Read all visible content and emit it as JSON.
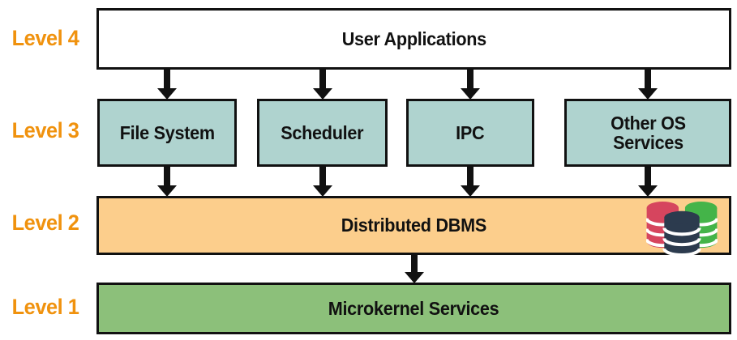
{
  "diagram": {
    "levels": [
      {
        "label": "Level 4"
      },
      {
        "label": "Level 3"
      },
      {
        "label": "Level 2"
      },
      {
        "label": "Level 1"
      }
    ],
    "level4": {
      "box_label": "User Applications"
    },
    "level3": {
      "boxes": [
        {
          "label": "File System"
        },
        {
          "label": "Scheduler"
        },
        {
          "label": "IPC"
        },
        {
          "label": "Other OS Services"
        }
      ]
    },
    "level2": {
      "box_label": "Distributed DBMS",
      "icon": "databases-icon"
    },
    "level1": {
      "box_label": "Microkernel Services"
    }
  },
  "colors": {
    "level_label_orange": "#F0920E",
    "level4_box_bg": "#FFFFFF",
    "level3_box_bg": "#AFD3CF",
    "level2_box_bg": "#FCCE8C",
    "level1_box_bg": "#8CC07A",
    "box_border": "#111111",
    "arrow": "#111111",
    "db_cylinder_red": "#D6455E",
    "db_cylinder_navy": "#2C3B4E",
    "db_cylinder_green": "#44B449"
  }
}
